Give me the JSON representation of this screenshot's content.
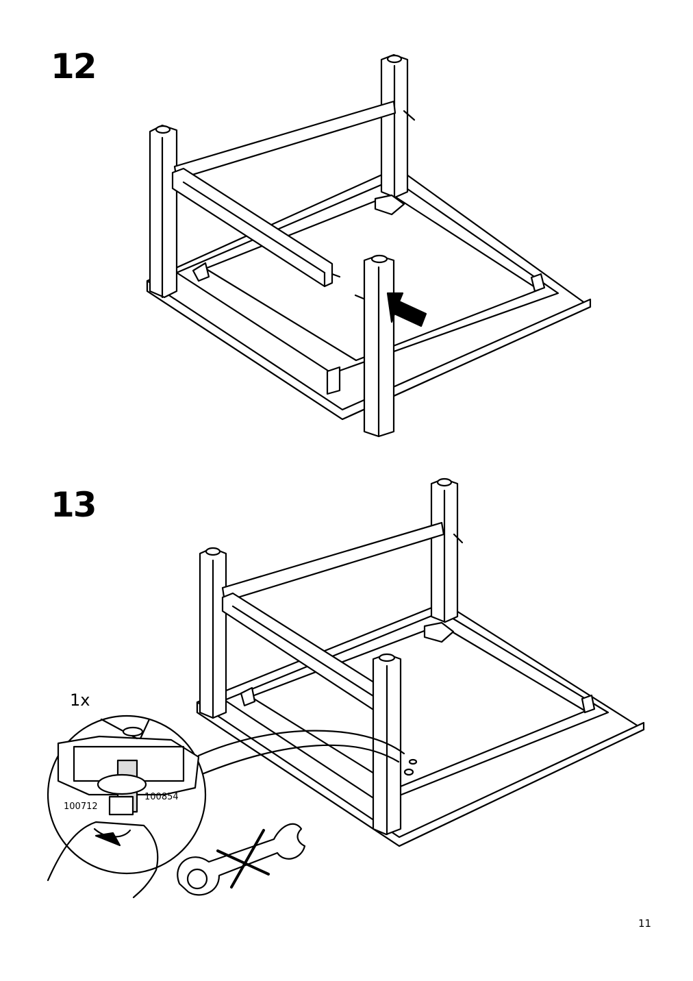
{
  "steps": [
    {
      "number": "12",
      "figure": "attach-fourth-leg-to-frame",
      "indicator": "arrow-icon"
    },
    {
      "number": "13",
      "figure": "tighten-leg-bolt",
      "detail": {
        "quantity": "1x",
        "parts": [
          "100712",
          "100854"
        ],
        "tool_ok": "hand-turn-icon",
        "tool_forbidden": "crossed-out-wrench-icon"
      }
    }
  ],
  "page_number": "11"
}
